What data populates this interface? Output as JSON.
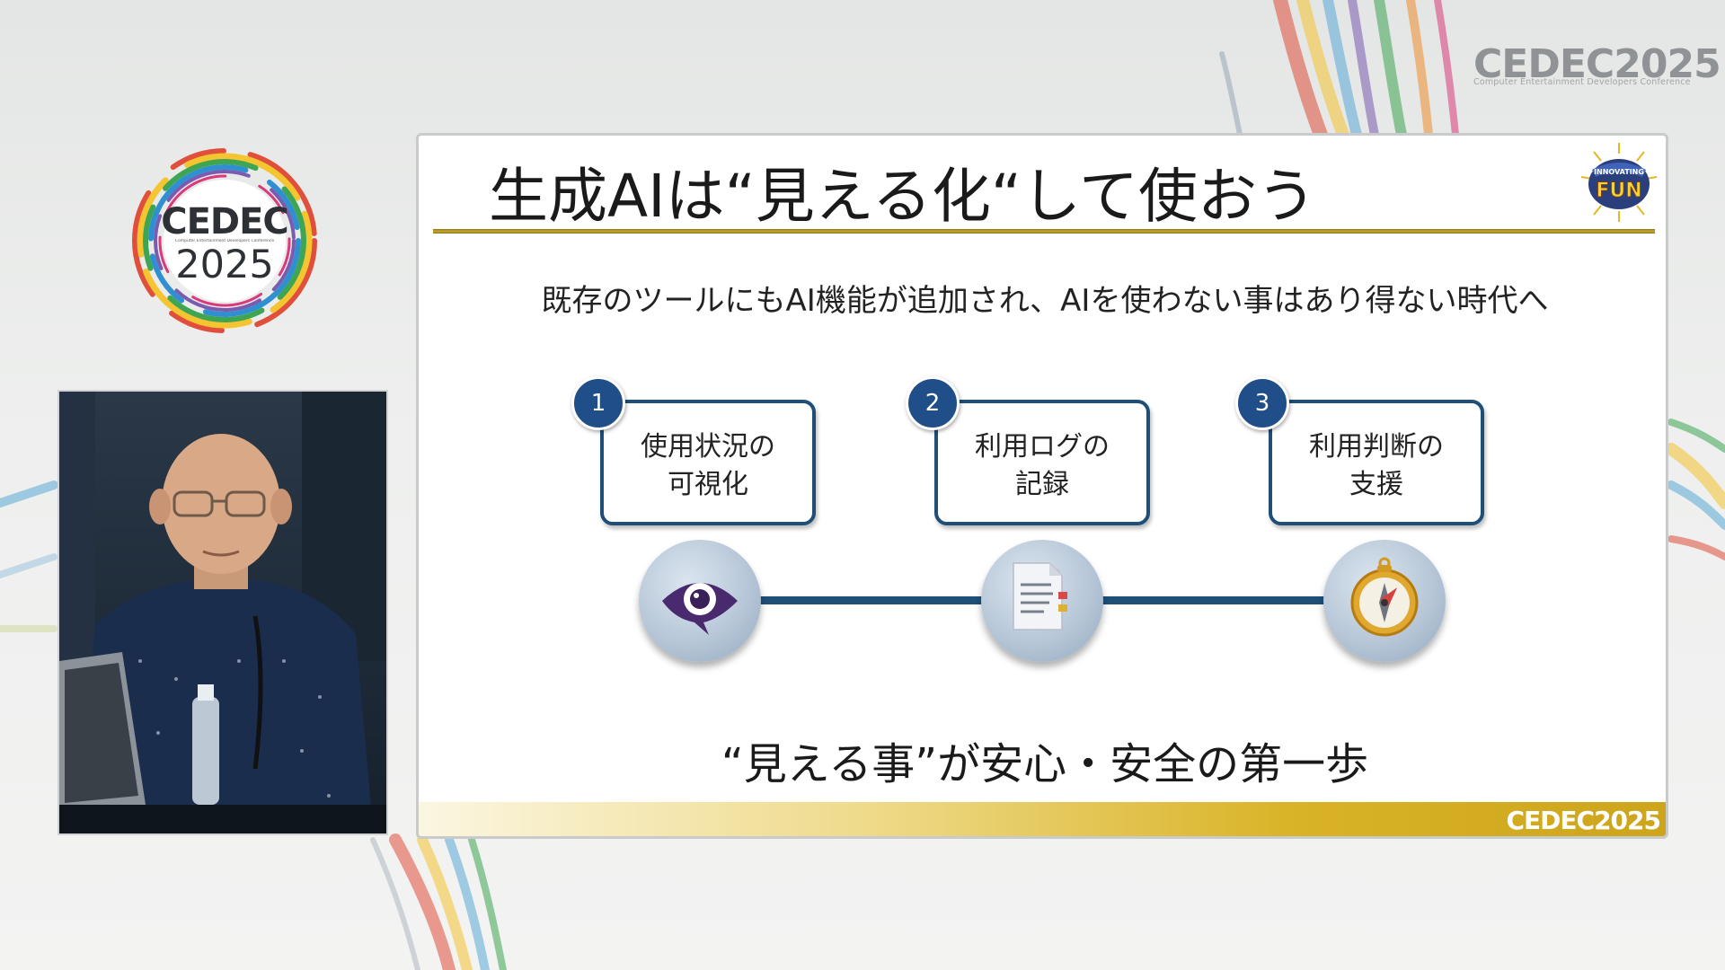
{
  "event": {
    "logo_text": "CEDEC2025",
    "logo_subtitle": "Computer Entertainment Developers Conference",
    "ring_word": "CEDEC",
    "ring_year": "2025"
  },
  "slide": {
    "title": "生成AIは“見える化“して使おう",
    "lead": "既存のツールにもAI機能が追加され、AIを使わない事はあり得ない時代へ",
    "steps": [
      {
        "number": "1",
        "label": "使用状況の\n可視化",
        "icon": "eye-icon"
      },
      {
        "number": "2",
        "label": "利用ログの\n記録",
        "icon": "document-icon"
      },
      {
        "number": "3",
        "label": "利用判断の\n支援",
        "icon": "compass-icon"
      }
    ],
    "tagline": "“見える事”が安心・安全の第一歩",
    "footer_logo": "CEDEC2025",
    "badge_text_top": "INNOVATING",
    "badge_text_main": "FUN"
  },
  "colors": {
    "accent_blue": "#1f4e79",
    "gold": "#c8a833"
  }
}
